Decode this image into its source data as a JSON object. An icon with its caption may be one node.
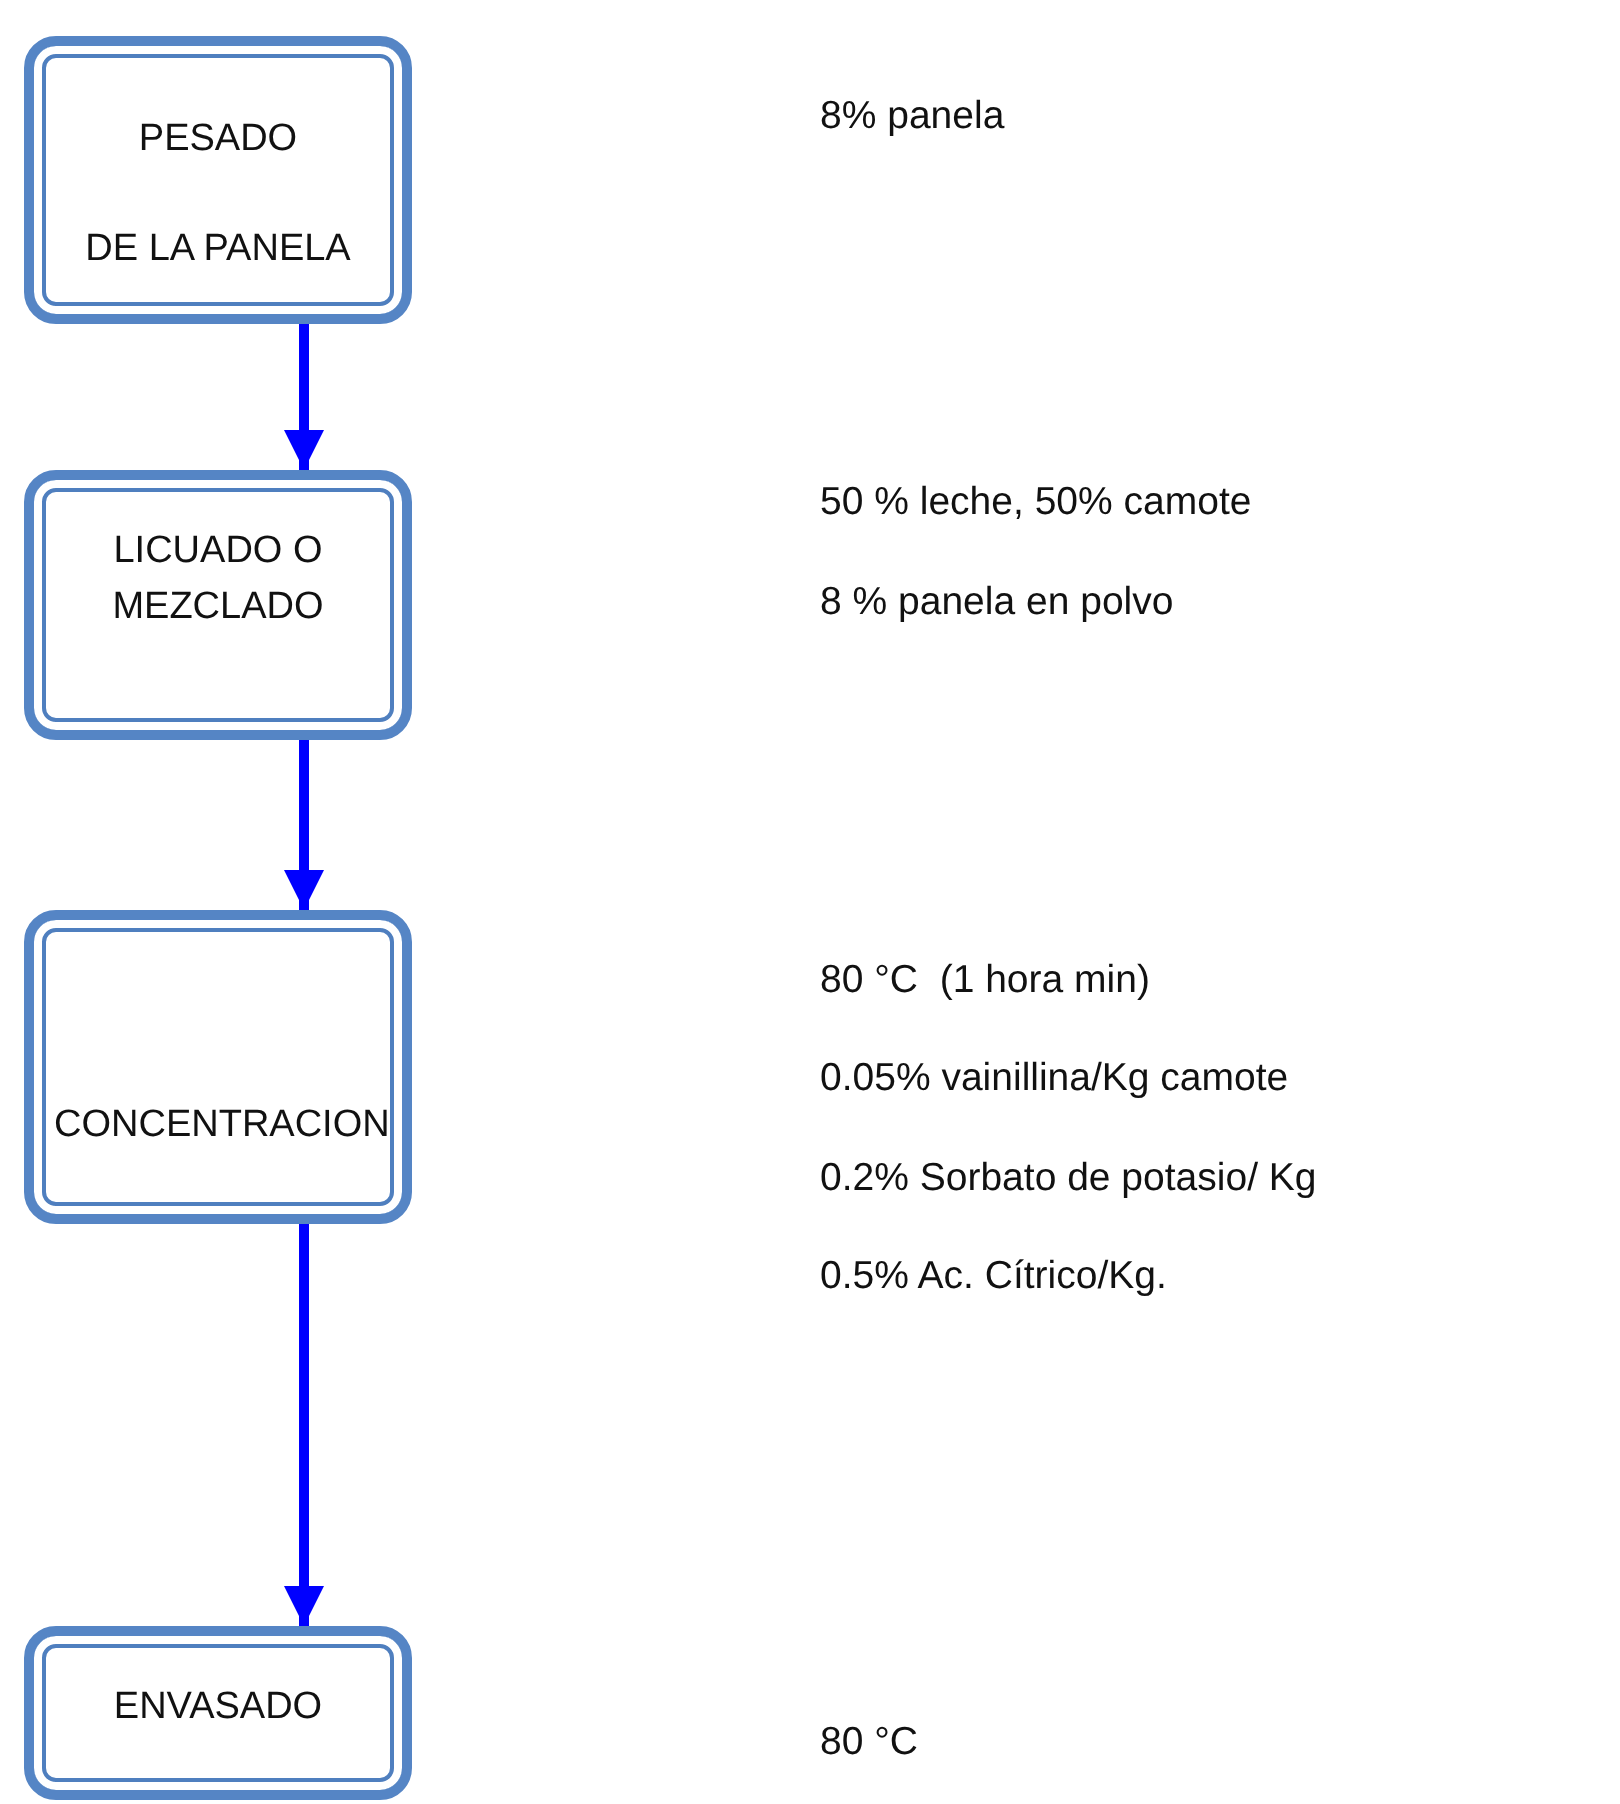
{
  "diagram": {
    "nodes": [
      {
        "text": [
          "PESADO",
          "DE LA PANELA"
        ]
      },
      {
        "text": [
          "LICUADO O MEZCLADO"
        ]
      },
      {
        "text": [
          "CONCENTRACION"
        ]
      },
      {
        "text": [
          "ENVASADO"
        ]
      }
    ],
    "edges": [
      {
        "from": 0,
        "to": 1,
        "arrow": "to"
      },
      {
        "from": 1,
        "to": 2,
        "arrow": "to"
      },
      {
        "from": 2,
        "to": 3,
        "arrow": "to"
      }
    ],
    "labels": [
      "8% panela",
      "50 % leche, 50% camote",
      "8 % panela en polvo",
      "80 °C  (1 hora min)",
      "0.05% vainillina/Kg camote",
      "0.2% Sorbato de potasio/ Kg",
      "0.5% Ac. Cítrico/Kg.",
      "80 °C"
    ]
  }
}
